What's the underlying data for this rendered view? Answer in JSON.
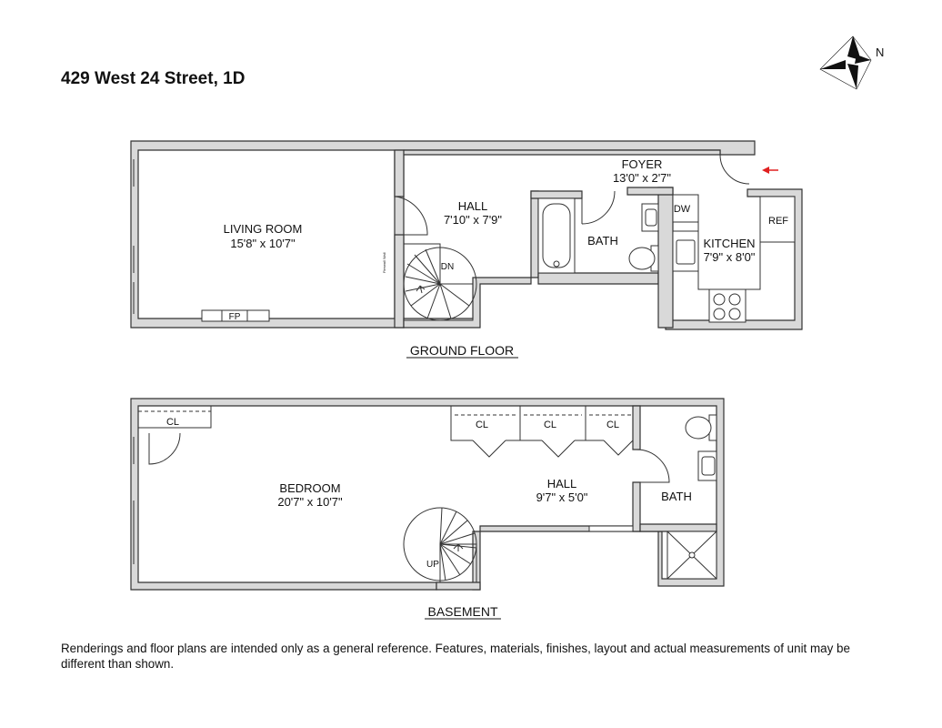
{
  "title": "429 West 24 Street, 1D",
  "compass_label": "N",
  "ground_floor": {
    "label": "GROUND FLOOR",
    "living_room": {
      "name": "LIVING ROOM",
      "dims": "15'8\" x 10'7\""
    },
    "hall": {
      "name": "HALL",
      "dims": "7'10\" x 7'9\""
    },
    "foyer": {
      "name": "FOYER",
      "dims": "13'0\" x 2'7\""
    },
    "bath": {
      "name": "BATH"
    },
    "kitchen": {
      "name": "KITCHEN",
      "dims": "7'9\" x 8'0\""
    },
    "dw": "DW",
    "ref": "REF",
    "fp": "FP",
    "stair_label": "DN"
  },
  "basement": {
    "label": "BASEMENT",
    "bedroom": {
      "name": "BEDROOM",
      "dims": "20'7\" x 10'7\""
    },
    "hall": {
      "name": "HALL",
      "dims": "9'7\" x 5'0\""
    },
    "bath": {
      "name": "BATH"
    },
    "closets": [
      "CL",
      "CL",
      "CL",
      "CL"
    ],
    "stair_label": "UP"
  },
  "disclaimer": "Renderings and floor plans are intended only as a general reference. Features, materials, finishes, layout and actual measurements of unit may be different than shown.",
  "colors": {
    "wall": "#d9d9d9",
    "outline": "#333333",
    "entry_arrow": "#e02020"
  }
}
